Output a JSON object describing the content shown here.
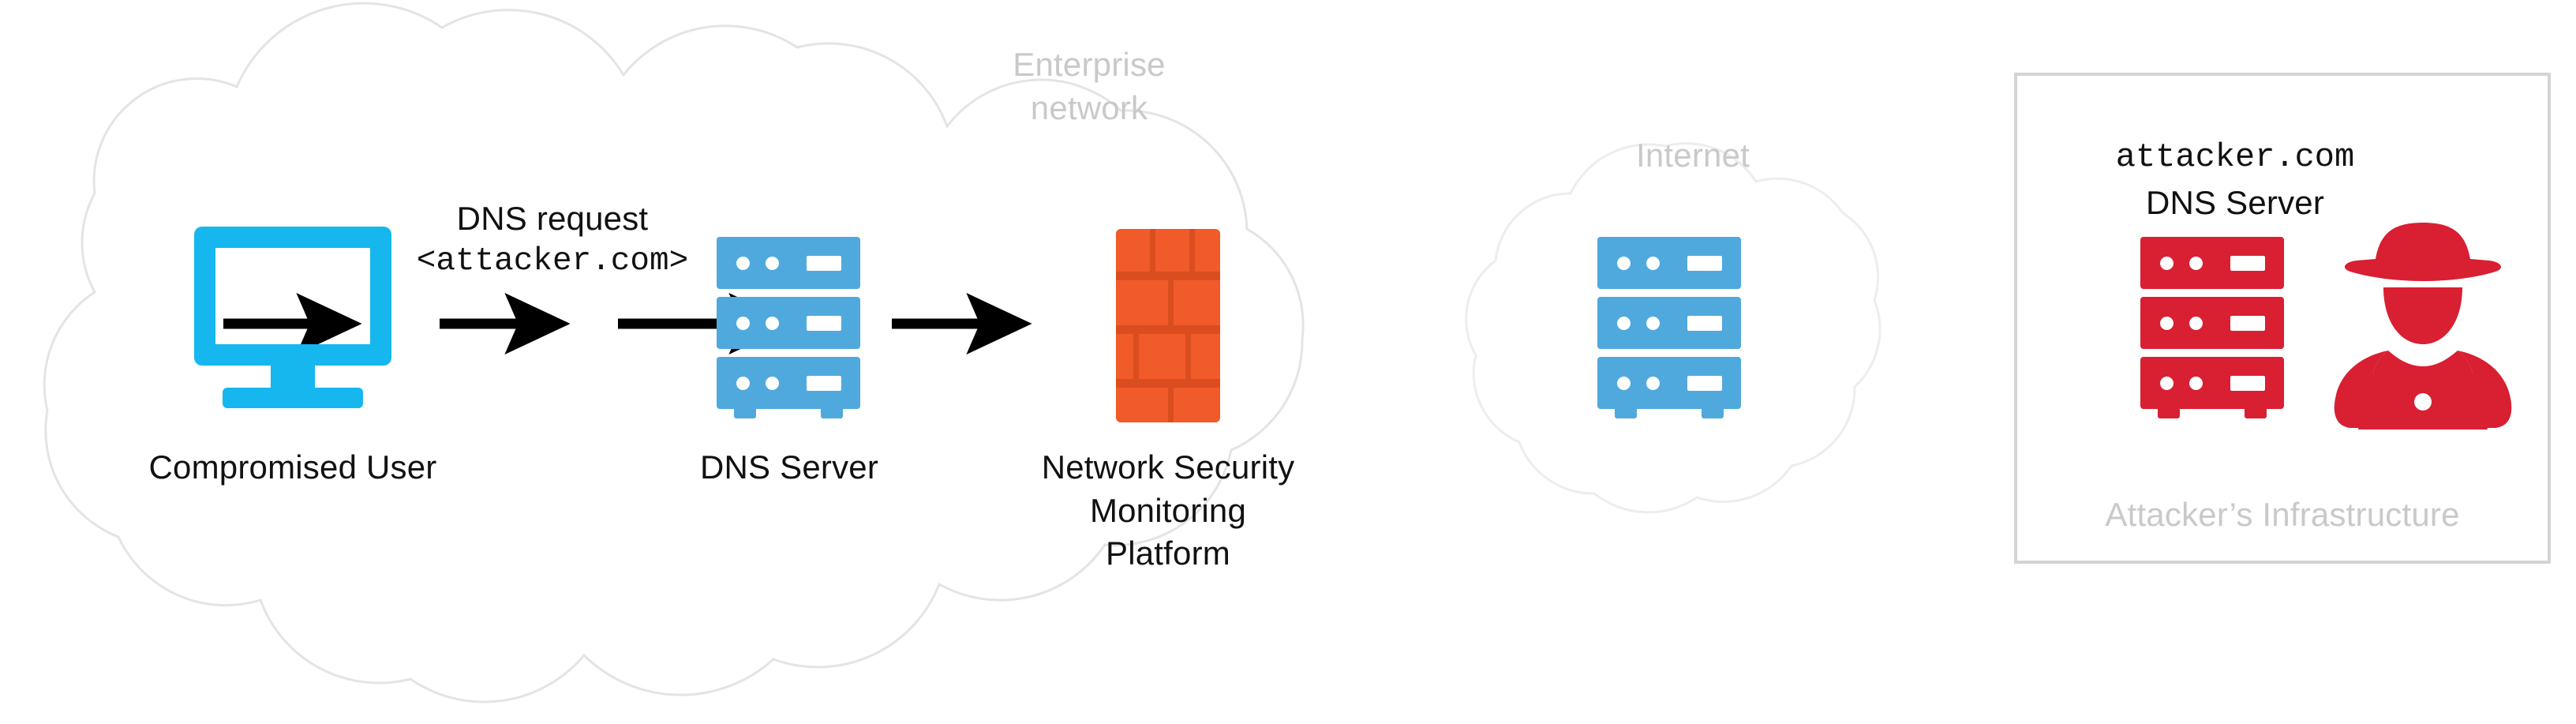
{
  "diagram": {
    "title": "DNS request flow from compromised user to attacker infrastructure",
    "background": "#ffffff"
  },
  "zones": {
    "enterprise": {
      "label": "Enterprise\nnetwork",
      "shape": "cloud",
      "outline_color": "#e3e3e3",
      "label_color": "#d2d2d2"
    },
    "internet": {
      "label": "Internet",
      "shape": "cloud",
      "outline_color": "#ededed",
      "label_color": "#d8d8d8"
    },
    "attacker": {
      "label": "Attacker’s Infrastructure",
      "shape": "rectangle",
      "border_color": "#d4d4d4",
      "label_color": "#cfcfcf"
    }
  },
  "nodes": [
    {
      "id": "compromised-user",
      "label": "Compromised User",
      "icon": "desktop-monitor-icon",
      "color": "#16b6ef",
      "zone": "enterprise"
    },
    {
      "id": "internal-dns-server",
      "label": "DNS Server",
      "icon": "server-stack-icon",
      "color": "#4fa9dd",
      "zone": "enterprise"
    },
    {
      "id": "nsm-platform",
      "label": "Network Security\nMonitoring\nPlatform",
      "icon": "brick-wall-firewall-icon",
      "color": "#f15a29",
      "zone": "enterprise"
    },
    {
      "id": "internet-server",
      "label": "",
      "icon": "server-stack-icon",
      "color": "#4fa9dd",
      "zone": "internet"
    },
    {
      "id": "attacker-dns-server",
      "label": "attacker.com",
      "sublabel": "DNS Server",
      "icon": "server-stack-icon",
      "color": "#d91f32",
      "zone": "attacker"
    },
    {
      "id": "attacker-person",
      "label": "",
      "icon": "hacker-with-laptop-icon",
      "color": "#d91f32",
      "zone": "attacker"
    }
  ],
  "annotations": {
    "dns_request_line1": "DNS request",
    "dns_request_line2": "<attacker.com>"
  },
  "edges": [
    {
      "id": "edge-user-to-dns",
      "from": "compromised-user",
      "to": "internal-dns-server",
      "style": "solid-arrow",
      "color": "#000000"
    },
    {
      "id": "edge-dns-to-nsm",
      "from": "internal-dns-server",
      "to": "nsm-platform",
      "style": "solid-arrow",
      "color": "#000000"
    },
    {
      "id": "edge-nsm-to-internet",
      "from": "nsm-platform",
      "to": "internet-server",
      "style": "solid-arrow",
      "color": "#000000"
    },
    {
      "id": "edge-internet-to-attacker",
      "from": "internet-server",
      "to": "attacker-dns-server",
      "style": "solid-arrow",
      "color": "#000000"
    }
  ],
  "colors": {
    "monitor_blue": "#16b6ef",
    "server_blue": "#4fa9dd",
    "firewall_orange": "#f15a29",
    "firewall_mortar": "#d94d1f",
    "attacker_red": "#d91f32",
    "arrow_black": "#000000",
    "cloud_outline": "#e6e6e6",
    "zone_text_gray": "#cfcfcf",
    "body_text": "#1a1a1a"
  }
}
